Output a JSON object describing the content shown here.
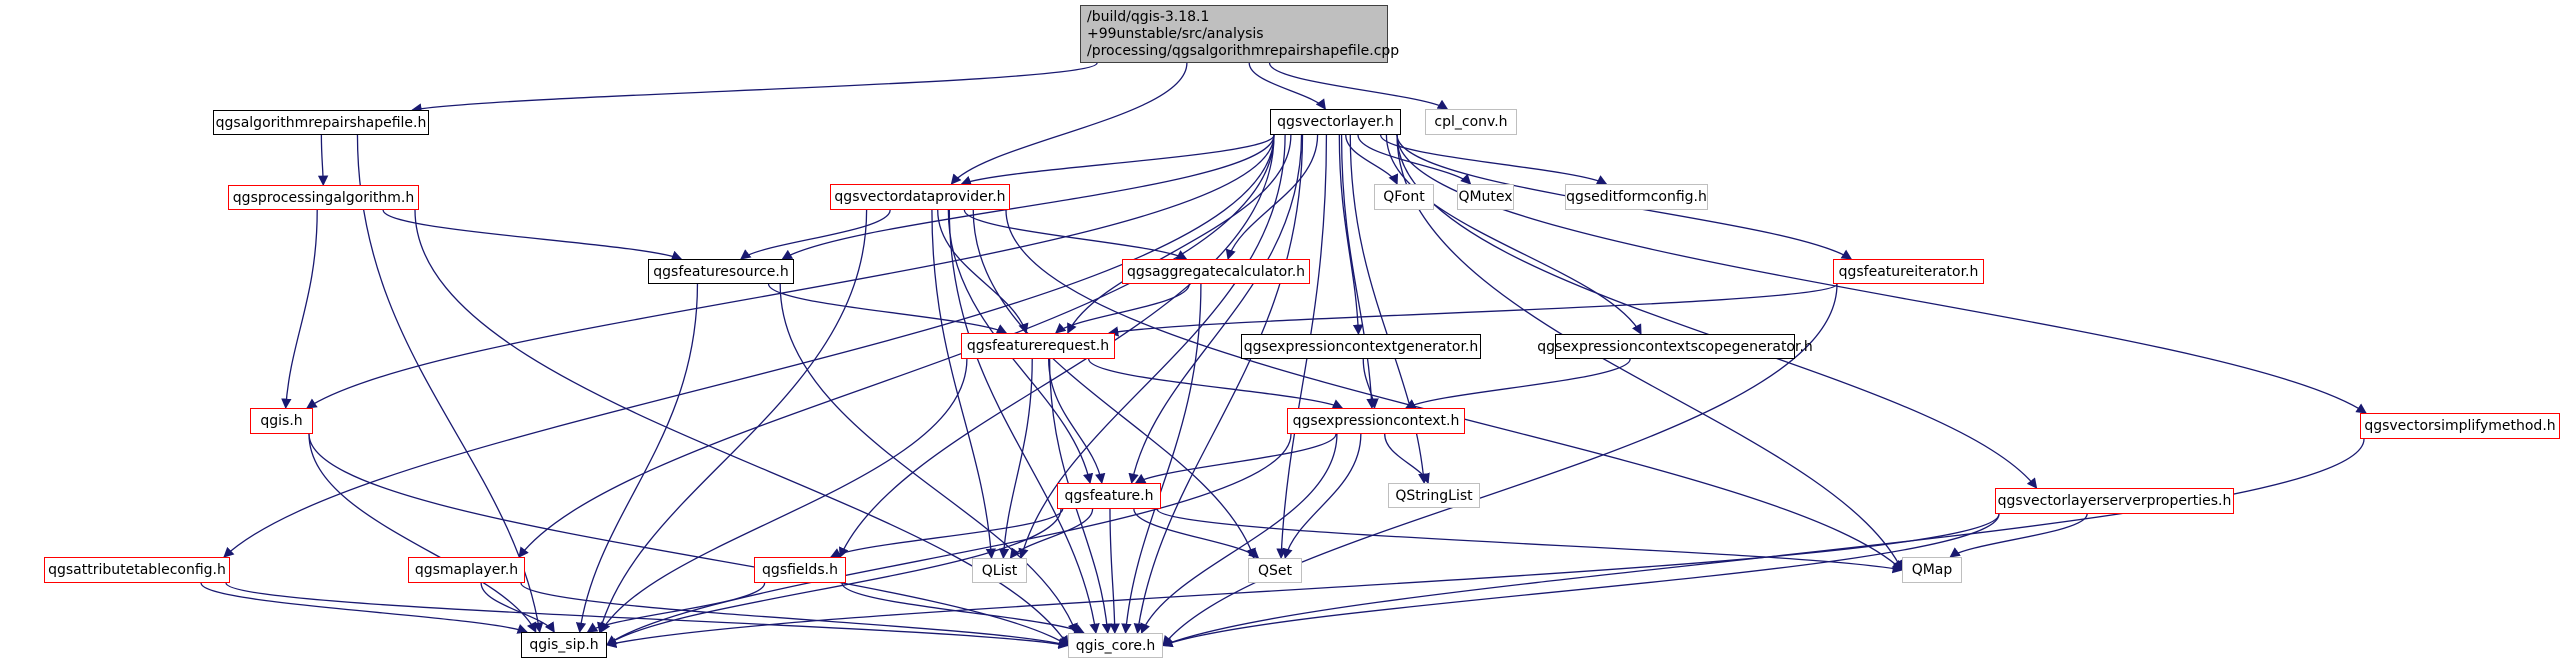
{
  "graph": {
    "title": "Include dependency graph for qgsalgorithmrepairshapefile.cpp",
    "edge_color": "#191970",
    "nodes": [
      {
        "id": "root",
        "label_lines": [
          "/build/qgis-3.18.1",
          "+99unstable/src/analysis",
          "/processing/qgsalgorithmrepairshapefile.cpp"
        ],
        "style": "root"
      },
      {
        "id": "qgsalgorithmrepairshapefile",
        "label": "qgsalgorithmrepairshapefile.h",
        "style": "black"
      },
      {
        "id": "qgsvectorlayer",
        "label": "qgsvectorlayer.h",
        "style": "black"
      },
      {
        "id": "cpl_conv",
        "label": "cpl_conv.h",
        "style": "grey"
      },
      {
        "id": "qgsprocessingalgorithm",
        "label": "qgsprocessingalgorithm.h",
        "style": "red"
      },
      {
        "id": "qgsvectordataprovider",
        "label": "qgsvectordataprovider.h",
        "style": "red"
      },
      {
        "id": "QFont",
        "label": "QFont",
        "style": "grey"
      },
      {
        "id": "QMutex",
        "label": "QMutex",
        "style": "grey"
      },
      {
        "id": "qgseditformconfig",
        "label": "qgseditformconfig.h",
        "style": "grey"
      },
      {
        "id": "qgsfeaturesource",
        "label": "qgsfeaturesource.h",
        "style": "black"
      },
      {
        "id": "qgsaggregatecalculator",
        "label": "qgsaggregatecalculator.h",
        "style": "red"
      },
      {
        "id": "qgsfeatureiterator",
        "label": "qgsfeatureiterator.h",
        "style": "red"
      },
      {
        "id": "qgsfeaturerequest",
        "label": "qgsfeaturerequest.h",
        "style": "red"
      },
      {
        "id": "qgsexpressioncontextgenerator",
        "label": "qgsexpressioncontextgenerator.h",
        "style": "black"
      },
      {
        "id": "qgsexpressioncontextscopegenerator",
        "label": "qgsexpressioncontextscopegenerator.h",
        "style": "black"
      },
      {
        "id": "qgis",
        "label": "qgis.h",
        "style": "red"
      },
      {
        "id": "qgsexpressioncontext",
        "label": "qgsexpressioncontext.h",
        "style": "red"
      },
      {
        "id": "qgsvectorsimplifymethod",
        "label": "qgsvectorsimplifymethod.h",
        "style": "red"
      },
      {
        "id": "qgsfeature",
        "label": "qgsfeature.h",
        "style": "red"
      },
      {
        "id": "QStringList",
        "label": "QStringList",
        "style": "grey"
      },
      {
        "id": "qgsvectorlayerserverproperties",
        "label": "qgsvectorlayerserverproperties.h",
        "style": "red"
      },
      {
        "id": "qgsattributetableconfig",
        "label": "qgsattributetableconfig.h",
        "style": "red"
      },
      {
        "id": "qgsmaplayer",
        "label": "qgsmaplayer.h",
        "style": "red"
      },
      {
        "id": "qgsfields",
        "label": "qgsfields.h",
        "style": "red"
      },
      {
        "id": "QList",
        "label": "QList",
        "style": "grey"
      },
      {
        "id": "QSet",
        "label": "QSet",
        "style": "grey"
      },
      {
        "id": "QMap",
        "label": "QMap",
        "style": "grey"
      },
      {
        "id": "qgis_sip",
        "label": "qgis_sip.h",
        "style": "black"
      },
      {
        "id": "qgis_core",
        "label": "qgis_core.h",
        "style": "grey"
      }
    ],
    "edges": [
      [
        "root",
        "qgsalgorithmrepairshapefile"
      ],
      [
        "root",
        "qgsvectordataprovider"
      ],
      [
        "root",
        "qgsvectorlayer"
      ],
      [
        "root",
        "cpl_conv"
      ],
      [
        "qgsalgorithmrepairshapefile",
        "qgsprocessingalgorithm"
      ],
      [
        "qgsalgorithmrepairshapefile",
        "qgis_sip"
      ],
      [
        "qgsprocessingalgorithm",
        "qgsfeaturesource"
      ],
      [
        "qgsprocessingalgorithm",
        "qgis"
      ],
      [
        "qgsprocessingalgorithm",
        "qgis_core"
      ],
      [
        "qgsvectorlayer",
        "qgsvectordataprovider"
      ],
      [
        "qgsvectorlayer",
        "QFont"
      ],
      [
        "qgsvectorlayer",
        "QMutex"
      ],
      [
        "qgsvectorlayer",
        "qgseditformconfig"
      ],
      [
        "qgsvectorlayer",
        "qgsfeaturesource"
      ],
      [
        "qgsvectorlayer",
        "qgsaggregatecalculator"
      ],
      [
        "qgsvectorlayer",
        "qgsfeatureiterator"
      ],
      [
        "qgsvectorlayer",
        "qgsfeaturerequest"
      ],
      [
        "qgsvectorlayer",
        "qgsexpressioncontextgenerator"
      ],
      [
        "qgsvectorlayer",
        "qgsexpressioncontextscopegenerator"
      ],
      [
        "qgsvectorlayer",
        "qgsexpressioncontext"
      ],
      [
        "qgsvectorlayer",
        "qgsfeature"
      ],
      [
        "qgsvectorlayer",
        "qgis"
      ],
      [
        "qgsvectorlayer",
        "qgsattributetableconfig"
      ],
      [
        "qgsvectorlayer",
        "qgsmaplayer"
      ],
      [
        "qgsvectorlayer",
        "qgsfields"
      ],
      [
        "qgsvectorlayer",
        "QList"
      ],
      [
        "qgsvectorlayer",
        "QSet"
      ],
      [
        "qgsvectorlayer",
        "QMap"
      ],
      [
        "qgsvectorlayer",
        "QStringList"
      ],
      [
        "qgsvectorlayer",
        "qgsvectorlayerserverproperties"
      ],
      [
        "qgsvectorlayer",
        "qgsvectorsimplifymethod"
      ],
      [
        "qgsvectorlayer",
        "qgis_core"
      ],
      [
        "qgsvectordataprovider",
        "qgsfeaturesource"
      ],
      [
        "qgsvectordataprovider",
        "qgsaggregatecalculator"
      ],
      [
        "qgsvectordataprovider",
        "qgsfeaturerequest"
      ],
      [
        "qgsvectordataprovider",
        "qgsfeature"
      ],
      [
        "qgsvectordataprovider",
        "QList"
      ],
      [
        "qgsvectordataprovider",
        "QSet"
      ],
      [
        "qgsvectordataprovider",
        "QMap"
      ],
      [
        "qgsvectordataprovider",
        "qgis_core"
      ],
      [
        "qgsvectordataprovider",
        "qgis_sip"
      ],
      [
        "qgsfeaturesource",
        "qgsfeaturerequest"
      ],
      [
        "qgsfeaturesource",
        "qgis_sip"
      ],
      [
        "qgsfeaturesource",
        "qgis_core"
      ],
      [
        "qgsaggregatecalculator",
        "qgsfeaturerequest"
      ],
      [
        "qgsaggregatecalculator",
        "qgis_core"
      ],
      [
        "qgsfeatureiterator",
        "qgsfeaturerequest"
      ],
      [
        "qgsfeatureiterator",
        "qgis_core"
      ],
      [
        "qgsfeaturerequest",
        "qgsexpressioncontext"
      ],
      [
        "qgsfeaturerequest",
        "qgsfeature"
      ],
      [
        "qgsfeaturerequest",
        "QList"
      ],
      [
        "qgsfeaturerequest",
        "qgis_core"
      ],
      [
        "qgsfeaturerequest",
        "qgis_sip"
      ],
      [
        "qgsexpressioncontextgenerator",
        "qgsexpressioncontext"
      ],
      [
        "qgsexpressioncontextscopegenerator",
        "qgsexpressioncontext"
      ],
      [
        "qgsexpressioncontext",
        "qgsfeature"
      ],
      [
        "qgsexpressioncontext",
        "QStringList"
      ],
      [
        "qgsexpressioncontext",
        "QSet"
      ],
      [
        "qgsexpressioncontext",
        "qgis_core"
      ],
      [
        "qgsexpressioncontext",
        "qgis_sip"
      ],
      [
        "qgsfeature",
        "qgsfields"
      ],
      [
        "qgsfeature",
        "QList"
      ],
      [
        "qgsfeature",
        "QSet"
      ],
      [
        "qgsfeature",
        "QMap"
      ],
      [
        "qgsfeature",
        "qgis_core"
      ],
      [
        "qgsfeature",
        "qgis_sip"
      ],
      [
        "qgis",
        "qgis_sip"
      ],
      [
        "qgis",
        "qgis_core"
      ],
      [
        "qgsattributetableconfig",
        "qgis_sip"
      ],
      [
        "qgsattributetableconfig",
        "qgis_core"
      ],
      [
        "qgsmaplayer",
        "qgis_sip"
      ],
      [
        "qgsmaplayer",
        "qgis_core"
      ],
      [
        "qgsfields",
        "qgis_sip"
      ],
      [
        "qgsfields",
        "qgis_core"
      ],
      [
        "qgsvectorlayerserverproperties",
        "QMap"
      ],
      [
        "qgsvectorlayerserverproperties",
        "qgis_sip"
      ],
      [
        "qgsvectorlayerserverproperties",
        "qgis_core"
      ],
      [
        "qgsvectorsimplifymethod",
        "qgis_core"
      ]
    ]
  }
}
